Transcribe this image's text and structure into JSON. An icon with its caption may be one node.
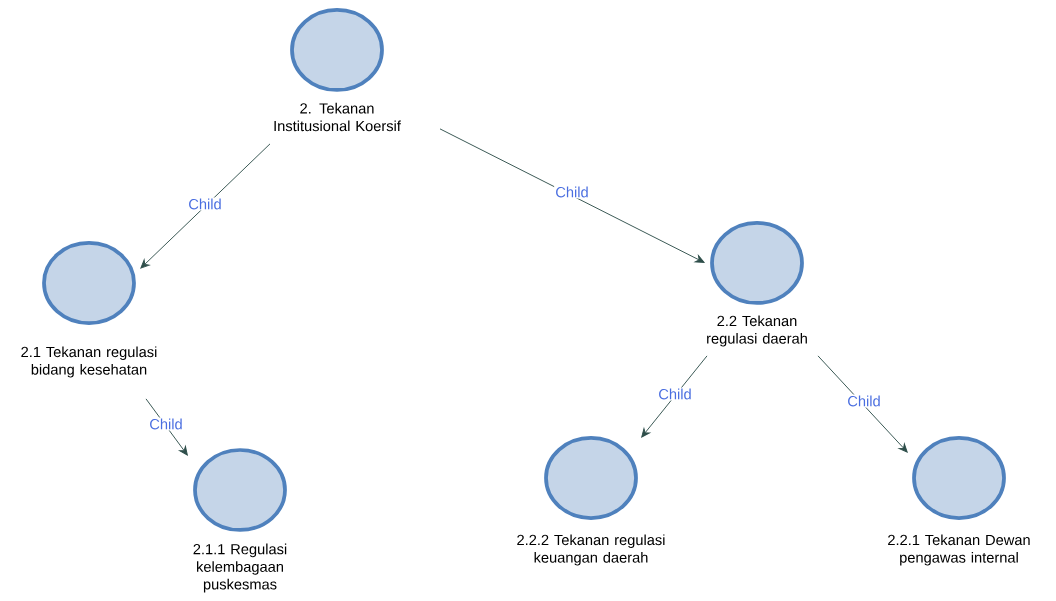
{
  "diagram": {
    "nodes": [
      {
        "text": [
          "2. Tekanan Institusional Koersif"
        ]
      },
      {
        "text": [
          "2.1 Tekanan regulasi bidang kesehatan"
        ]
      },
      {
        "text": [
          "2.2 Tekanan regulasi daerah"
        ]
      },
      {
        "text": [
          "2.1.1 Regulasi kelembagaan puskesmas"
        ]
      },
      {
        "text": [
          "2.2.2 Tekanan regulasi keuangan daerah"
        ]
      },
      {
        "text": [
          "2.2.1 Tekanan Dewan pengawas internal"
        ]
      }
    ],
    "edges": [
      {
        "from": 0,
        "to": 1,
        "arrow": "to",
        "label": "Child"
      },
      {
        "from": 0,
        "to": 2,
        "arrow": "to",
        "label": "Child"
      },
      {
        "from": 1,
        "to": 3,
        "arrow": "to",
        "label": "Child"
      },
      {
        "from": 2,
        "to": 4,
        "arrow": "to",
        "label": "Child"
      },
      {
        "from": 2,
        "to": 5,
        "arrow": "to",
        "label": "Child"
      }
    ]
  }
}
